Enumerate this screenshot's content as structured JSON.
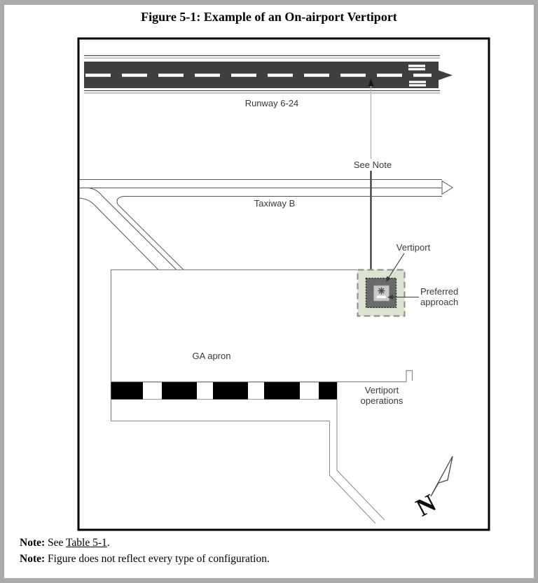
{
  "figure": {
    "title": "Figure 5-1: Example of an On-airport Vertiport"
  },
  "diagram": {
    "runway_label": "Runway 6-24",
    "see_note_label": "See Note",
    "taxiway_label": "Taxiway B",
    "vertiport_label": "Vertiport",
    "preferred_approach_line1": "Preferred",
    "preferred_approach_line2": "approach",
    "ga_apron_label": "GA apron",
    "vertiport_operations_line1": "Vertiport",
    "vertiport_operations_line2": "operations",
    "compass_letter": "N",
    "colors": {
      "runway_fill": "#3f3f3f",
      "vertiport_buffer_fill": "#dce3d0",
      "vertiport_pad_fill": "#6a6a6a",
      "vertiport_tlof_fill": "#c9c9c9",
      "page_frame": "#ababab",
      "checker_black": "#000000"
    }
  },
  "notes": [
    {
      "prefix": "Note:",
      "before_link": " See ",
      "link": "Table 5-1",
      "after_link": "."
    },
    {
      "prefix": "Note:",
      "text": " Figure does not reflect every type of configuration."
    }
  ]
}
